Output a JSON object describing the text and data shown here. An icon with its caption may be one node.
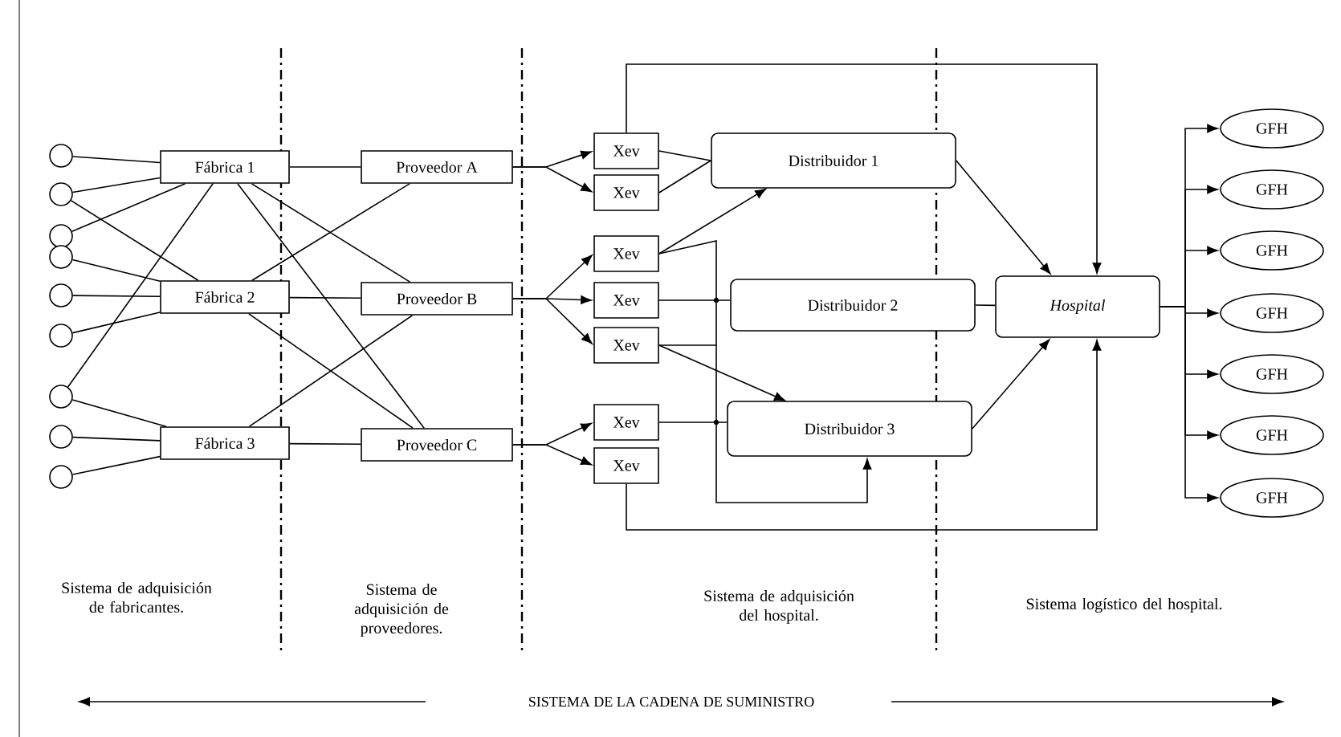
{
  "diagram": {
    "nodes": [
      {
        "text": [],
        "shape": "circle"
      },
      {
        "text": [],
        "shape": "circle"
      },
      {
        "text": [],
        "shape": "circle"
      },
      {
        "text": [],
        "shape": "circle"
      },
      {
        "text": [],
        "shape": "circle"
      },
      {
        "text": [],
        "shape": "circle"
      },
      {
        "text": [],
        "shape": "circle"
      },
      {
        "text": [],
        "shape": "circle"
      },
      {
        "text": [],
        "shape": "circle"
      },
      {
        "text": [
          "Fábrica 1"
        ]
      },
      {
        "text": [
          "Fábrica 2"
        ]
      },
      {
        "text": [
          "Fábrica 3"
        ]
      },
      {
        "text": [
          "Proveedor A"
        ]
      },
      {
        "text": [
          "Proveedor B"
        ]
      },
      {
        "text": [
          "Proveedor C"
        ]
      },
      {
        "text": [
          "Xev"
        ]
      },
      {
        "text": [
          "Xev"
        ]
      },
      {
        "text": [
          "Xev"
        ]
      },
      {
        "text": [
          "Xev"
        ]
      },
      {
        "text": [
          "Xev"
        ]
      },
      {
        "text": [
          "Xev"
        ]
      },
      {
        "text": [
          "Xev"
        ]
      },
      {
        "text": [
          "Distribuidor 1"
        ]
      },
      {
        "text": [
          "Distribuidor 2"
        ]
      },
      {
        "text": [
          "Distribuidor 3"
        ]
      },
      {
        "text": [
          "Hospital"
        ]
      },
      {
        "text": [
          "GFH"
        ]
      },
      {
        "text": [
          "GFH"
        ]
      },
      {
        "text": [
          "GFH"
        ]
      },
      {
        "text": [
          "GFH"
        ]
      },
      {
        "text": [
          "GFH"
        ]
      },
      {
        "text": [
          "GFH"
        ]
      },
      {
        "text": [
          "GFH"
        ]
      }
    ],
    "edges": [
      {
        "from": 0,
        "to": 9,
        "arrow": "none"
      },
      {
        "from": 1,
        "to": 9,
        "arrow": "none"
      },
      {
        "from": 1,
        "to": 10,
        "arrow": "none"
      },
      {
        "from": 2,
        "to": 9,
        "arrow": "none"
      },
      {
        "from": 3,
        "to": 10,
        "arrow": "none"
      },
      {
        "from": 4,
        "to": 10,
        "arrow": "none"
      },
      {
        "from": 5,
        "to": 10,
        "arrow": "none"
      },
      {
        "from": 6,
        "to": 9,
        "arrow": "none"
      },
      {
        "from": 6,
        "to": 11,
        "arrow": "none"
      },
      {
        "from": 7,
        "to": 11,
        "arrow": "none"
      },
      {
        "from": 8,
        "to": 11,
        "arrow": "none"
      },
      {
        "from": 9,
        "to": 12,
        "arrow": "none"
      },
      {
        "from": 9,
        "to": 13,
        "arrow": "none"
      },
      {
        "from": 9,
        "to": 14,
        "arrow": "none"
      },
      {
        "from": 10,
        "to": 12,
        "arrow": "none"
      },
      {
        "from": 10,
        "to": 13,
        "arrow": "none"
      },
      {
        "from": 10,
        "to": 14,
        "arrow": "none"
      },
      {
        "from": 11,
        "to": 13,
        "arrow": "none"
      },
      {
        "from": 11,
        "to": 14,
        "arrow": "none"
      },
      {
        "from": 12,
        "to": 15,
        "arrow": "to"
      },
      {
        "from": 12,
        "to": 16,
        "arrow": "to"
      },
      {
        "from": 13,
        "to": 17,
        "arrow": "to"
      },
      {
        "from": 13,
        "to": 18,
        "arrow": "to"
      },
      {
        "from": 13,
        "to": 19,
        "arrow": "to"
      },
      {
        "from": 14,
        "to": 20,
        "arrow": "to"
      },
      {
        "from": 14,
        "to": 21,
        "arrow": "to"
      },
      {
        "from": 15,
        "to": 22,
        "arrow": "none"
      },
      {
        "from": 16,
        "to": 22,
        "arrow": "none"
      },
      {
        "from": 17,
        "to": 22,
        "arrow": "to"
      },
      {
        "from": 18,
        "to": 23,
        "arrow": "none"
      },
      {
        "from": 19,
        "to": 24,
        "arrow": "to"
      },
      {
        "from": 20,
        "to": 24,
        "arrow": "none"
      },
      {
        "from": 17,
        "to": 24,
        "arrow": "to"
      },
      {
        "from": 15,
        "to": 25,
        "arrow": "to"
      },
      {
        "from": 21,
        "to": 25,
        "arrow": "to"
      },
      {
        "from": 22,
        "to": 25,
        "arrow": "to"
      },
      {
        "from": 23,
        "to": 25,
        "arrow": "none"
      },
      {
        "from": 24,
        "to": 25,
        "arrow": "to"
      },
      {
        "from": 25,
        "to": 26,
        "arrow": "to"
      },
      {
        "from": 25,
        "to": 27,
        "arrow": "to"
      },
      {
        "from": 25,
        "to": 28,
        "arrow": "to"
      },
      {
        "from": 25,
        "to": 29,
        "arrow": "to"
      },
      {
        "from": 25,
        "to": 30,
        "arrow": "to"
      },
      {
        "from": 25,
        "to": 31,
        "arrow": "to"
      },
      {
        "from": 25,
        "to": 32,
        "arrow": "to"
      }
    ],
    "labels": [
      "Sistema de adquisición de fabricantes.",
      "Sistema de adquisición de proveedores.",
      "Sistema de adquisición del hospital.",
      "Sistema logístico del hospital.",
      "SISTEMA DE LA CADENA DE SUMINISTRO"
    ]
  }
}
